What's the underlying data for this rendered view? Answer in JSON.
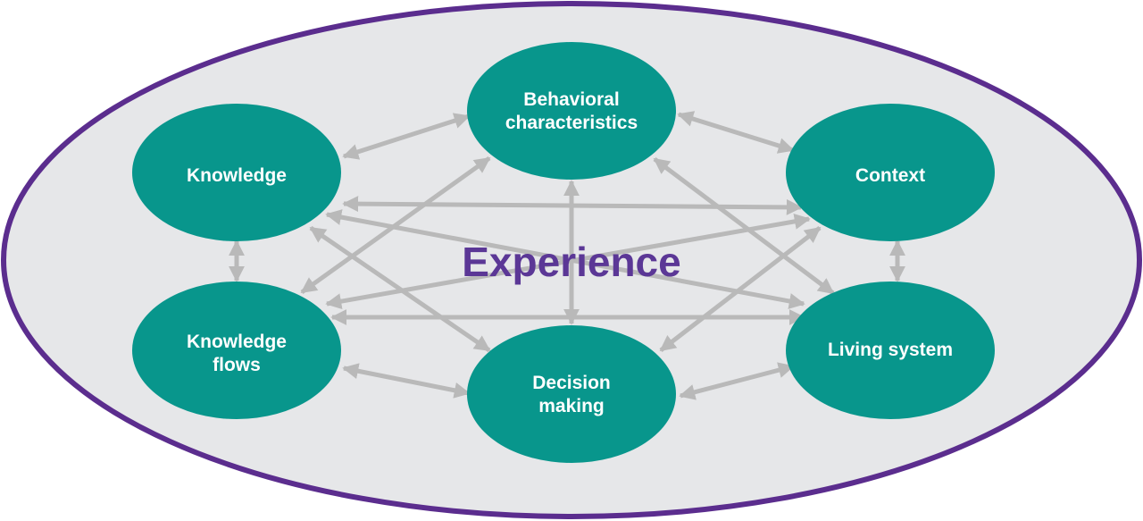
{
  "diagram": {
    "center_label": "Experience",
    "colors": {
      "background": "#e6e7e9",
      "border": "#5b2d8e",
      "node_fill": "#08968c",
      "node_text": "#ffffff",
      "arrow": "#b9b9b9",
      "center_text": "#5b3796"
    },
    "nodes": [
      {
        "id": "behavioral",
        "lines": [
          "Behavioral",
          "characteristics"
        ]
      },
      {
        "id": "knowledge",
        "lines": [
          "Knowledge"
        ]
      },
      {
        "id": "context",
        "lines": [
          "Context"
        ]
      },
      {
        "id": "knowledge-flows",
        "lines": [
          "Knowledge",
          "flows"
        ]
      },
      {
        "id": "living-system",
        "lines": [
          "Living system"
        ]
      },
      {
        "id": "decision",
        "lines": [
          "Decision",
          "making"
        ]
      }
    ]
  }
}
